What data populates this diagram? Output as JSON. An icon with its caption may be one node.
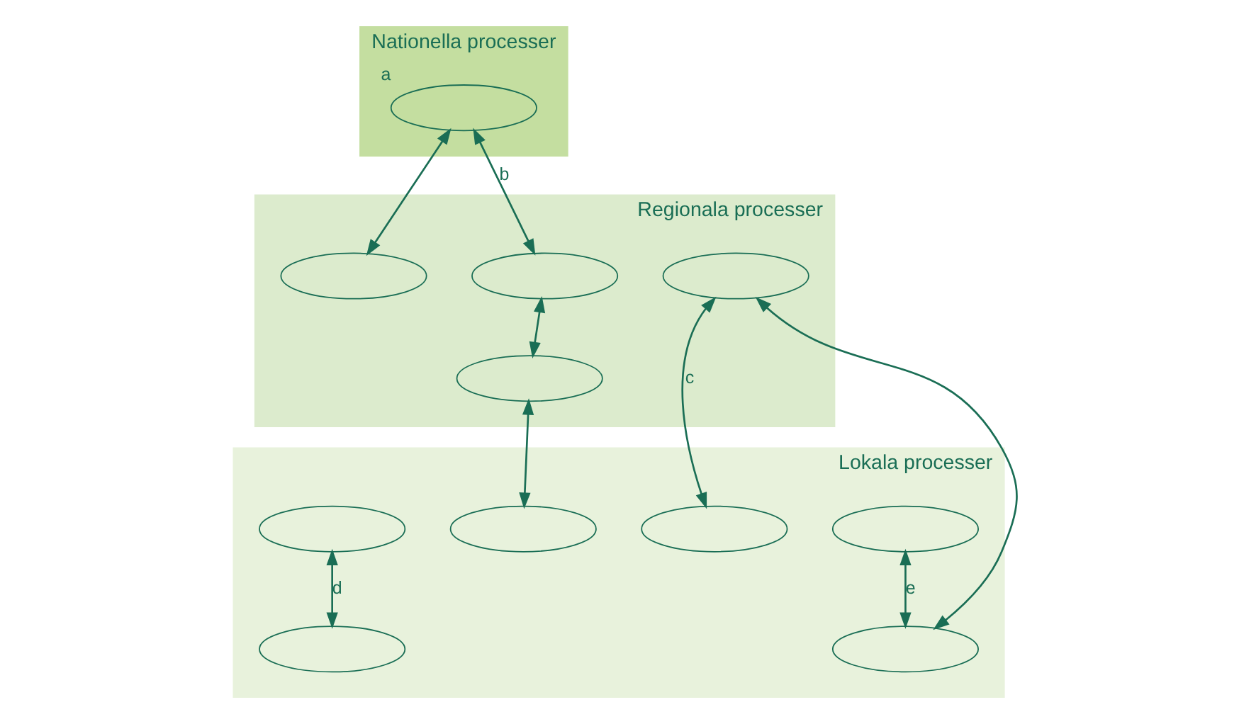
{
  "diagram": {
    "nodes": [
      {
        "text": [
          "Nationella processer"
        ]
      },
      {
        "text": [
          "Regionala processer"
        ]
      },
      {
        "text": [
          "Lokala processer"
        ]
      },
      {
        "text": [],
        "shape": "ellipse",
        "in": 0,
        "beside": [
          "a"
        ]
      },
      {
        "text": [],
        "shape": "ellipse",
        "in": 1
      },
      {
        "text": [],
        "shape": "ellipse",
        "in": 1
      },
      {
        "text": [],
        "shape": "ellipse",
        "in": 1
      },
      {
        "text": [],
        "shape": "ellipse",
        "in": 1
      },
      {
        "text": [],
        "shape": "ellipse",
        "in": 2
      },
      {
        "text": [],
        "shape": "ellipse",
        "in": 2
      },
      {
        "text": [],
        "shape": "ellipse",
        "in": 2
      },
      {
        "text": [],
        "shape": "ellipse",
        "in": 2
      },
      {
        "text": [],
        "shape": "ellipse",
        "in": 2
      },
      {
        "text": [],
        "shape": "ellipse",
        "in": 2
      }
    ],
    "edges": [
      {
        "from": 3,
        "to": 5,
        "arrow": "both",
        "label": "b"
      },
      {
        "from": 3,
        "to": 4,
        "arrow": "both"
      },
      {
        "from": 5,
        "to": 6,
        "arrow": "both"
      },
      {
        "from": 10,
        "to": 6,
        "arrow": "both"
      },
      {
        "from": 11,
        "to": 7,
        "arrow": "both",
        "label": "c"
      },
      {
        "from": 8,
        "to": 9,
        "arrow": "both",
        "label": "d"
      },
      {
        "from": 12,
        "to": 13,
        "arrow": "both",
        "label": "e"
      },
      {
        "from": 13,
        "to": 7,
        "arrow": "both"
      }
    ]
  }
}
